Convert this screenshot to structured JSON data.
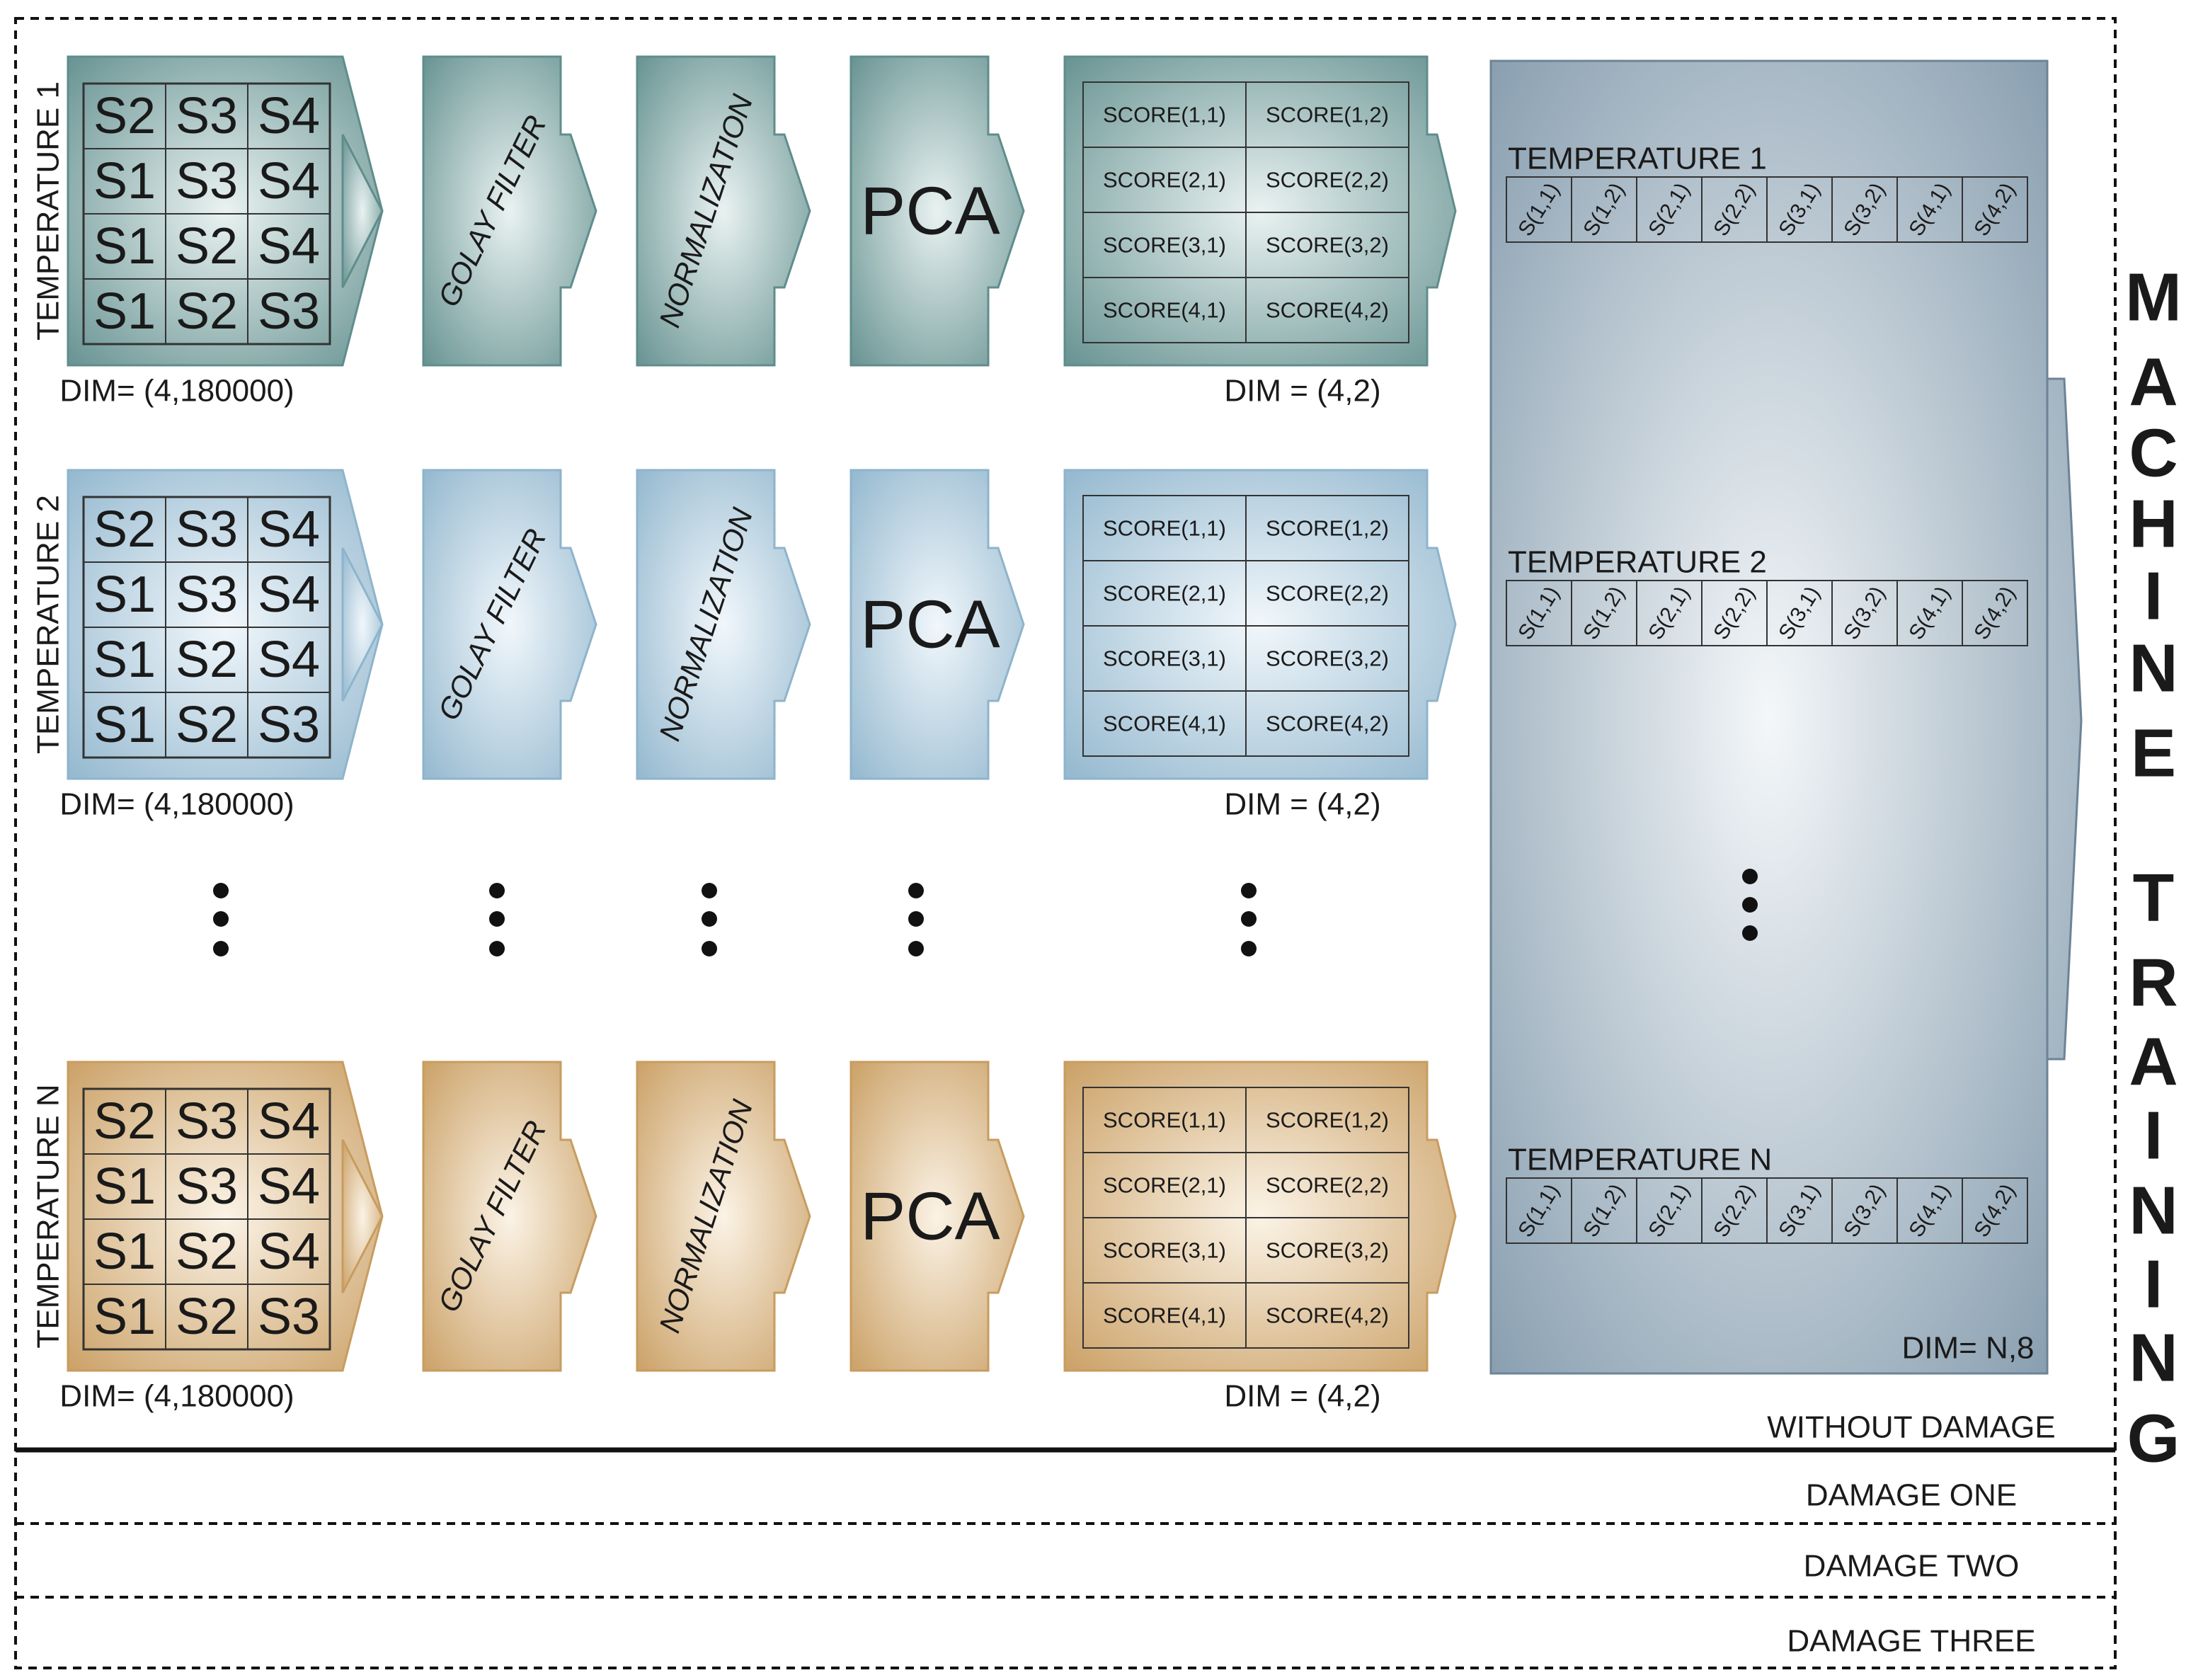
{
  "rows": [
    {
      "key": "t1",
      "label": "TEMPERATURE 1",
      "theme": "teal",
      "sensor_grid": [
        [
          "S2",
          "S3",
          "S4"
        ],
        [
          "S1",
          "S3",
          "S4"
        ],
        [
          "S1",
          "S2",
          "S4"
        ],
        [
          "S1",
          "S2",
          "S3"
        ]
      ],
      "input_dim": "DIM= (4,180000)",
      "filter_label": "GOLAY FILTER",
      "norm_label": "NORMALIZATION",
      "pca_label": "PCA",
      "scores": [
        [
          "SCORE(1,1)",
          "SCORE(1,2)"
        ],
        [
          "SCORE(2,1)",
          "SCORE(2,2)"
        ],
        [
          "SCORE(3,1)",
          "SCORE(3,2)"
        ],
        [
          "SCORE(4,1)",
          "SCORE(4,2)"
        ]
      ],
      "score_dim": "DIM = (4,2)"
    },
    {
      "key": "t2",
      "label": "TEMPERATURE 2",
      "theme": "blue",
      "sensor_grid": [
        [
          "S2",
          "S3",
          "S4"
        ],
        [
          "S1",
          "S3",
          "S4"
        ],
        [
          "S1",
          "S2",
          "S4"
        ],
        [
          "S1",
          "S2",
          "S3"
        ]
      ],
      "input_dim": "DIM= (4,180000)",
      "filter_label": "GOLAY FILTER",
      "norm_label": "NORMALIZATION",
      "pca_label": "PCA",
      "scores": [
        [
          "SCORE(1,1)",
          "SCORE(1,2)"
        ],
        [
          "SCORE(2,1)",
          "SCORE(2,2)"
        ],
        [
          "SCORE(3,1)",
          "SCORE(3,2)"
        ],
        [
          "SCORE(4,1)",
          "SCORE(4,2)"
        ]
      ],
      "score_dim": "DIM = (4,2)"
    },
    {
      "key": "tn",
      "label": "TEMPERATURE N",
      "theme": "tan",
      "sensor_grid": [
        [
          "S2",
          "S3",
          "S4"
        ],
        [
          "S1",
          "S3",
          "S4"
        ],
        [
          "S1",
          "S2",
          "S4"
        ],
        [
          "S1",
          "S2",
          "S3"
        ]
      ],
      "input_dim": "DIM= (4,180000)",
      "filter_label": "GOLAY FILTER",
      "norm_label": "NORMALIZATION",
      "pca_label": "PCA",
      "scores": [
        [
          "SCORE(1,1)",
          "SCORE(1,2)"
        ],
        [
          "SCORE(2,1)",
          "SCORE(2,2)"
        ],
        [
          "SCORE(3,1)",
          "SCORE(3,2)"
        ],
        [
          "SCORE(4,1)",
          "SCORE(4,2)"
        ]
      ],
      "score_dim": "DIM = (4,2)"
    }
  ],
  "feature_matrix": {
    "rows": [
      {
        "label": "TEMPERATURE 1",
        "cells": [
          "S(1,1)",
          "S(1,2)",
          "S(2,1)",
          "S(2,2)",
          "S(3,1)",
          "S(3,2)",
          "S(4,1)",
          "S(4,2)"
        ]
      },
      {
        "label": "TEMPERATURE 2",
        "cells": [
          "S(1,1)",
          "S(1,2)",
          "S(2,1)",
          "S(2,2)",
          "S(3,1)",
          "S(3,2)",
          "S(4,1)",
          "S(4,2)"
        ]
      },
      {
        "label": "TEMPERATURE N",
        "cells": [
          "S(1,1)",
          "S(1,2)",
          "S(2,1)",
          "S(2,2)",
          "S(3,1)",
          "S(3,2)",
          "S(4,1)",
          "S(4,2)"
        ]
      }
    ],
    "dim": "DIM= N,8"
  },
  "machine_training": [
    "M",
    "A",
    "C",
    "H",
    "I",
    "N",
    "E",
    "",
    "T",
    "R",
    "A",
    "I",
    "N",
    "I",
    "N",
    "G"
  ],
  "sections": [
    "WITHOUT DAMAGE",
    "DAMAGE ONE",
    "DAMAGE TWO",
    "DAMAGE THREE"
  ],
  "colors": {
    "teal_edge": "#5f8d8c",
    "teal_light": "#e9f2f1",
    "blue_edge": "#8eb4cc",
    "blue_light": "#f1f7fb",
    "tan_edge": "#c89c5f",
    "tan_light": "#fbf3e6",
    "panel_edge": "#8aa0b1",
    "panel_light": "#f4f7f9"
  },
  "icons": {
    "ellipsis": "vertical-ellipsis-icon",
    "arrow": "chevron-arrow-icon"
  }
}
